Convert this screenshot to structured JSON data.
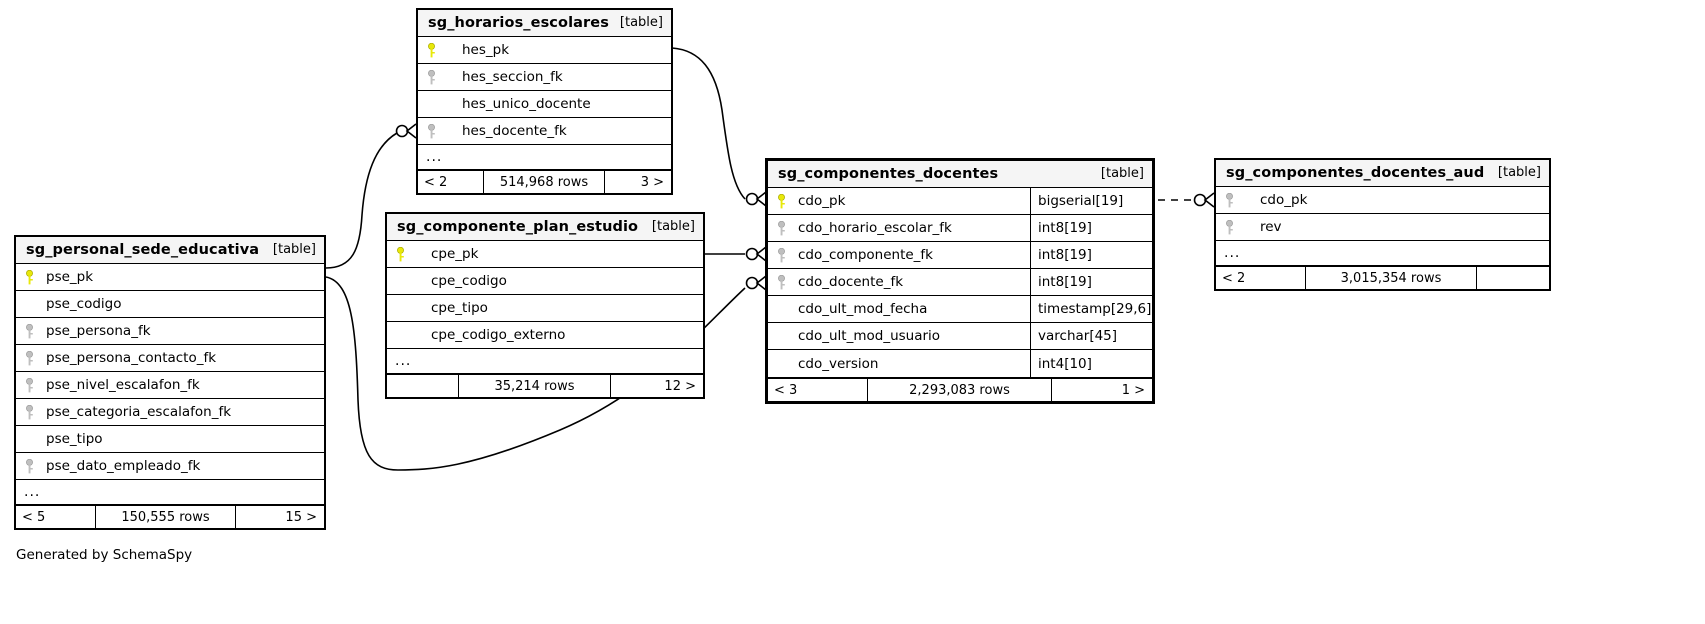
{
  "diagram": {
    "kind_label": "[table]",
    "credit": "Generated by SchemaSpy",
    "colors": {
      "pk_key": "#e8e80a",
      "fk_key": "#b3b3b3",
      "header_bg": "#f5f5f5",
      "border": "#000000"
    }
  },
  "tables": {
    "horarios": {
      "name": "sg_horarios_escolares",
      "kind": "[table]",
      "columns": [
        {
          "name": "hes_pk",
          "key": "pk"
        },
        {
          "name": "hes_seccion_fk",
          "key": "fk"
        },
        {
          "name": "hes_unico_docente",
          "key": "none"
        },
        {
          "name": "hes_docente_fk",
          "key": "fk"
        }
      ],
      "more": "...",
      "footer": {
        "left": "< 2",
        "mid": "514,968 rows",
        "right": "3 >"
      }
    },
    "componente_plan": {
      "name": "sg_componente_plan_estudio",
      "kind": "[table]",
      "columns": [
        {
          "name": "cpe_pk",
          "key": "pk"
        },
        {
          "name": "cpe_codigo",
          "key": "none"
        },
        {
          "name": "cpe_tipo",
          "key": "none"
        },
        {
          "name": "cpe_codigo_externo",
          "key": "none"
        }
      ],
      "more": "...",
      "footer": {
        "left": "",
        "mid": "35,214 rows",
        "right": "12 >"
      }
    },
    "personal_sede": {
      "name": "sg_personal_sede_educativa",
      "kind": "[table]",
      "columns": [
        {
          "name": "pse_pk",
          "key": "pk"
        },
        {
          "name": "pse_codigo",
          "key": "none"
        },
        {
          "name": "pse_persona_fk",
          "key": "fk"
        },
        {
          "name": "pse_persona_contacto_fk",
          "key": "fk"
        },
        {
          "name": "pse_nivel_escalafon_fk",
          "key": "fk"
        },
        {
          "name": "pse_categoria_escalafon_fk",
          "key": "fk"
        },
        {
          "name": "pse_tipo",
          "key": "none"
        },
        {
          "name": "pse_dato_empleado_fk",
          "key": "fk"
        }
      ],
      "more": "...",
      "footer": {
        "left": "< 5",
        "mid": "150,555 rows",
        "right": "15 >"
      }
    },
    "componentes_docentes": {
      "name": "sg_componentes_docentes",
      "kind": "[table]",
      "columns": [
        {
          "name": "cdo_pk",
          "key": "pk",
          "type": "bigserial[19]"
        },
        {
          "name": "cdo_horario_escolar_fk",
          "key": "fk",
          "type": "int8[19]"
        },
        {
          "name": "cdo_componente_fk",
          "key": "fk",
          "type": "int8[19]"
        },
        {
          "name": "cdo_docente_fk",
          "key": "fk",
          "type": "int8[19]"
        },
        {
          "name": "cdo_ult_mod_fecha",
          "key": "none",
          "type": "timestamp[29,6]"
        },
        {
          "name": "cdo_ult_mod_usuario",
          "key": "none",
          "type": "varchar[45]"
        },
        {
          "name": "cdo_version",
          "key": "none",
          "type": "int4[10]"
        }
      ],
      "footer": {
        "left": "< 3",
        "mid": "2,293,083 rows",
        "right": "1 >"
      }
    },
    "componentes_docentes_aud": {
      "name": "sg_componentes_docentes_aud",
      "kind": "[table]",
      "columns": [
        {
          "name": "cdo_pk",
          "key": "fk"
        },
        {
          "name": "rev",
          "key": "fk"
        }
      ],
      "more": "...",
      "footer": {
        "left": "< 2",
        "mid": "3,015,354 rows",
        "right": ""
      }
    }
  }
}
